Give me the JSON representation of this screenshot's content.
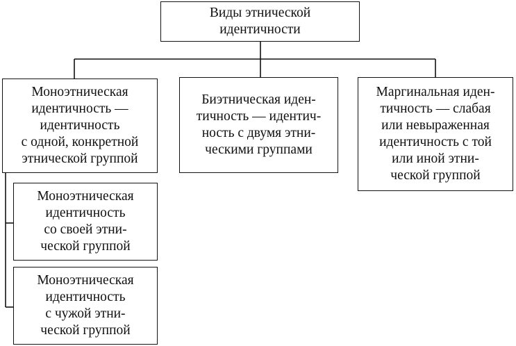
{
  "diagram": {
    "root": {
      "lines": [
        "Виды этнической",
        "идентичности"
      ]
    },
    "types": [
      {
        "lines": [
          "Моноэтническая",
          "идентичность —",
          "идентичность",
          "с одной, конкретной",
          "этнической группой"
        ]
      },
      {
        "lines": [
          "Биэтническая иден-",
          "тичность — идентич-",
          "ность с двумя этни-",
          "ческими группами"
        ]
      },
      {
        "lines": [
          "Маргинальная иден-",
          "тичность — слабая",
          "или невыраженная",
          "идентичность с той",
          "или иной этни-",
          "ческой группой"
        ]
      }
    ],
    "subtypes": [
      {
        "lines": [
          "Моноэтническая",
          "идентичность",
          "со своей этни-",
          "ческой группой"
        ]
      },
      {
        "lines": [
          "Моноэтническая",
          "идентичность",
          "с чужой этни-",
          "ческой группой"
        ]
      }
    ]
  }
}
